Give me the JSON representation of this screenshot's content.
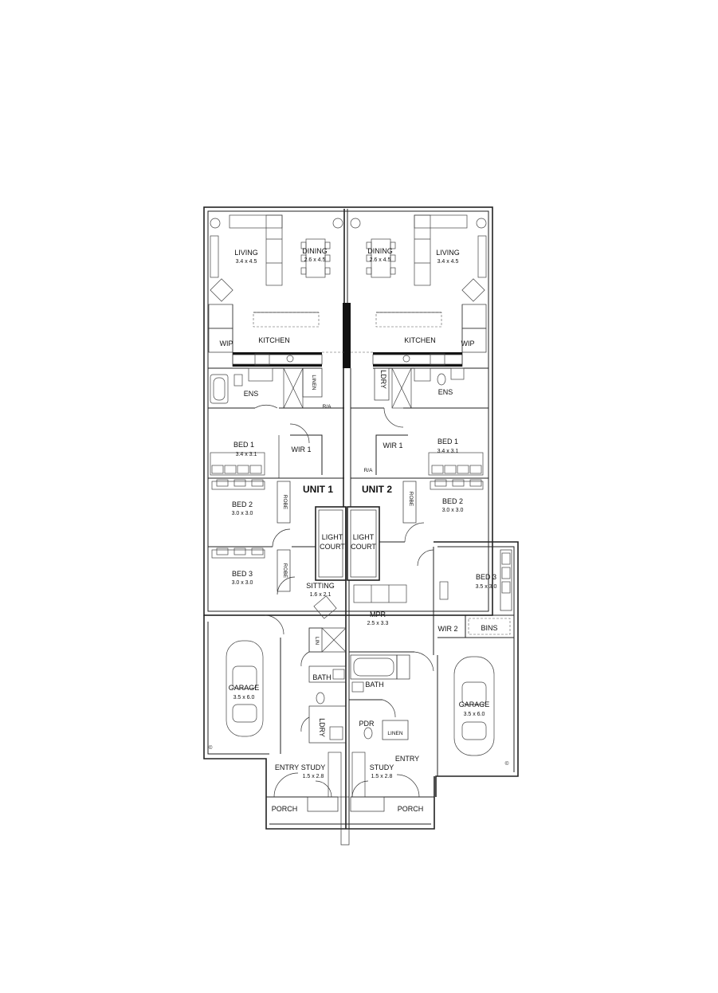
{
  "units": {
    "unit1": "UNIT 1",
    "unit2": "UNIT 2"
  },
  "u1": {
    "living": "LIVING",
    "living_dim": "3.4 x 4.5",
    "dining": "DINING",
    "dining_dim": "2.6 x 4.5",
    "kitchen": "KITCHEN",
    "wip": "WIP",
    "ens": "ENS",
    "linen": "LINEN",
    "ra": "R/A",
    "bed1": "BED 1",
    "bed1_dim": "3.4 x 3.1",
    "wir1": "WIR 1",
    "bed2": "BED 2",
    "bed2_dim": "3.0 x 3.0",
    "robe_a": "ROBE",
    "bed3": "BED 3",
    "bed3_dim": "3.0 x 3.0",
    "robe_b": "ROBE",
    "light1": "LIGHT",
    "light2": "COURT",
    "sitting": "SITTING",
    "sitting_dim": "1.6 x 2.1",
    "lin": "LIN",
    "bath": "BATH",
    "ldry": "LDRY",
    "garage": "GARAGE",
    "garage_dim": "3.5 x 6.0",
    "entry": "ENTRY",
    "study": "STUDY",
    "study_dim": "1.5 x 2.8",
    "porch": "PORCH"
  },
  "u2": {
    "living": "LIVING",
    "living_dim": "3.4 x 4.5",
    "dining": "DINING",
    "dining_dim": "2.6 x 4.5",
    "kitchen": "KITCHEN",
    "wip": "WIP",
    "ens": "ENS",
    "ldry": "LDRY",
    "ra": "R/A",
    "bed1": "BED 1",
    "bed1_dim": "3.4 x 3.1",
    "wir1": "WIR 1",
    "bed2": "BED 2",
    "bed2_dim": "3.0 x 3.0",
    "robe": "ROBE",
    "light1": "LIGHT",
    "light2": "COURT",
    "bed3": "BED 3",
    "bed3_dim": "3.5 x 3.0",
    "wir2": "WIR 2",
    "bins": "BINS",
    "mpr": "MPR",
    "mpr_dim": "2.5 x 3.3",
    "bath": "BATH",
    "pdr": "PDR",
    "linen": "LINEN",
    "garage": "GARAGE",
    "garage_dim": "3.5 x 6.0",
    "entry": "ENTRY",
    "study": "STUDY",
    "study_dim": "1.5 x 2.8",
    "porch": "PORCH"
  },
  "icons": {
    "meter": "©"
  }
}
